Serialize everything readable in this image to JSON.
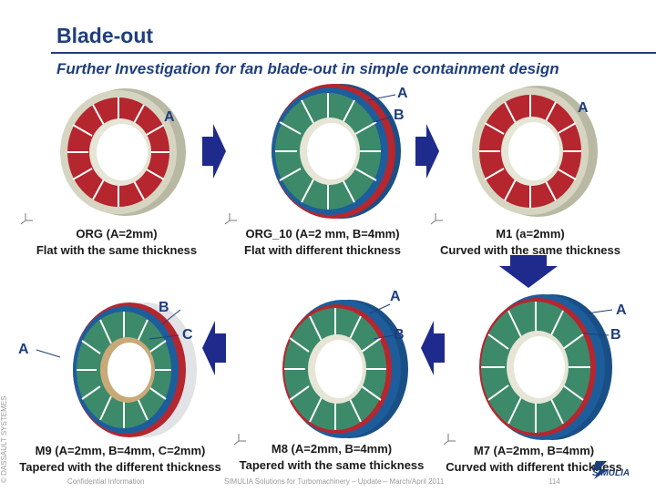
{
  "header": {
    "title": "Blade-out",
    "subtitle": "Further Investigation for fan blade-out in simple containment design"
  },
  "models": [
    {
      "id": "org",
      "labels": [
        "A"
      ],
      "caption_line1": "ORG (A=2mm)",
      "caption_line2": "Flat with the same thickness"
    },
    {
      "id": "org10",
      "labels": [
        "A",
        "B"
      ],
      "caption_line1": "ORG_10 (A=2 mm, B=4mm)",
      "caption_line2": "Flat with different thickness"
    },
    {
      "id": "m1",
      "labels": [
        "A"
      ],
      "caption_line1": "M1 (a=2mm)",
      "caption_line2": "Curved with the same thickness"
    },
    {
      "id": "m9",
      "labels": [
        "B",
        "C",
        "A"
      ],
      "caption_line1": "M9 (A=2mm, B=4mm, C=2mm)",
      "caption_line2": "Tapered with the different thickness"
    },
    {
      "id": "m8",
      "labels": [
        "A",
        "B"
      ],
      "caption_line1": "M8 (A=2mm, B=4mm)",
      "caption_line2": "Tapered with the same thickness"
    },
    {
      "id": "m7",
      "labels": [
        "A",
        "B"
      ],
      "caption_line1": "M7 (A=2mm, B=4mm)",
      "caption_line2": "Curved with different thickness"
    }
  ],
  "footer": {
    "left": "Confidential Information",
    "center": "SIMULIA Solutions for Turbomachinery – Update – March/April 2011",
    "page": "114",
    "watermark": "© DASSAULT SYSTEMES",
    "logo": "SIMULIA"
  },
  "colors": {
    "title": "#1f3e7c",
    "arrow": "#1e2a8c",
    "blade_red": "#b5262e",
    "blade_green": "#3d8a6a",
    "casing_blue": "#1d5d9c",
    "casing_grey": "#c9c8b5"
  }
}
